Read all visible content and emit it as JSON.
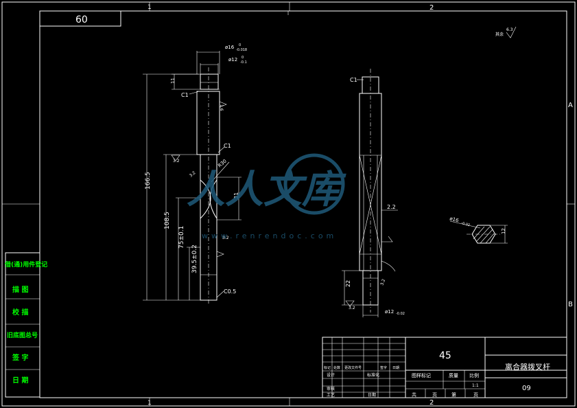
{
  "frame": {
    "zone_top_1": "1",
    "zone_top_2": "2",
    "zone_bottom_1": "1",
    "zone_bottom_2": "2",
    "zone_right_a": "A",
    "zone_right_b": "B"
  },
  "scale_box": "60",
  "roughness_note": "其余",
  "roughness_value": "6.3",
  "left_view": {
    "d_top": "ø16",
    "d_top_tol": "-0.018",
    "d_top_tol_hi": "0",
    "d_neck": "ø12",
    "d_neck_tol": "-0.1",
    "d_neck_tol_hi": "0",
    "dim_11": "11",
    "chamfer_c1_a": "C1",
    "chamfer_c1_b": "C1",
    "rough_1": "1.6",
    "rough_2": "3.2",
    "rough_3": "3.2",
    "rough_4": "3.2",
    "radius": "R30",
    "dim_31": "31",
    "len_total": "166.5",
    "len_1085": "108.5",
    "len_75": "75±0.1",
    "len_395": "39.5±0.2",
    "chamfer_c05": "C0.5"
  },
  "right_view": {
    "chamfer_c1": "C1",
    "dim_22a": "2.2",
    "dim_22b": "22",
    "rough_1": "3.2",
    "rough_2": "3.2",
    "d_bottom": "ø12",
    "d_bottom_tol": "-0.02"
  },
  "section_view": {
    "d_label": "ø16",
    "d_tol": "-0.02",
    "dim_12": "12"
  },
  "watermark": {
    "brand": "人人文库",
    "url": "www.renrendoc.com"
  },
  "side_labels": [
    "借(通)用件登记",
    "描 图",
    "校 描",
    "旧底图总号",
    "签 字",
    "日 期"
  ],
  "title_block": {
    "material": "45",
    "part_name": "离合器拨叉杆",
    "drawing_no": "09",
    "scale_value": "1:1",
    "header_labels": [
      "图样标记",
      "质量",
      "比例"
    ],
    "rev_labels": [
      "标记",
      "处数",
      "更改文件号",
      "签字",
      "日期"
    ],
    "role_labels": [
      "设计",
      "审核",
      "工艺"
    ],
    "std_label": "标准化",
    "date_label": "日期",
    "sheet_labels": [
      "共",
      "页",
      "第",
      "页"
    ]
  }
}
